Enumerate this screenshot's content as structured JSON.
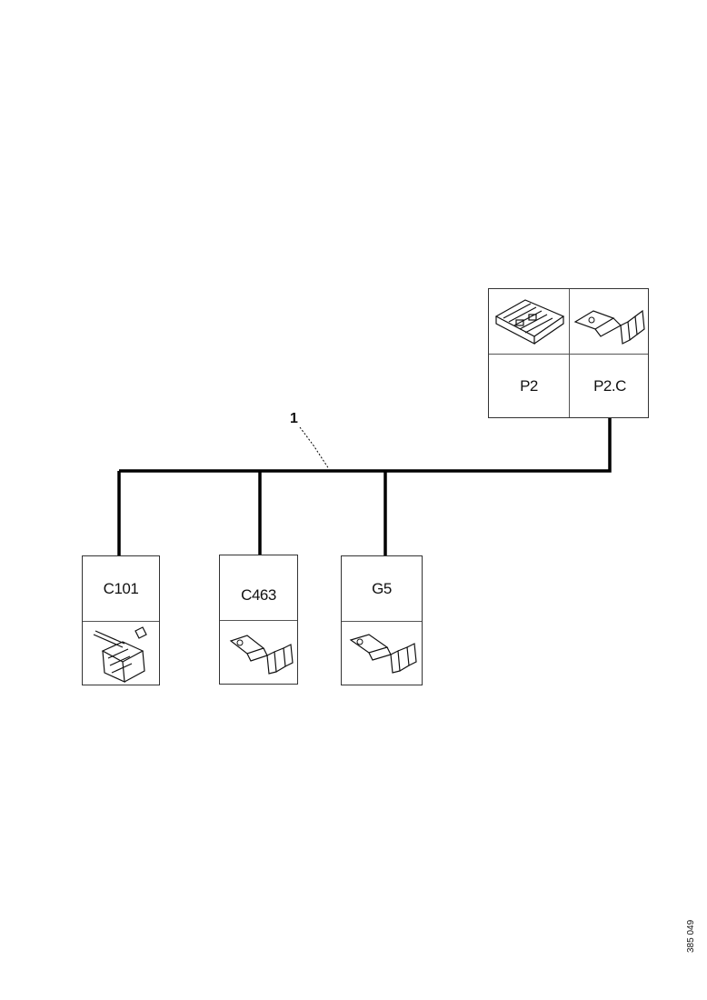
{
  "callout": "1",
  "reference_code": "385 049",
  "connectors": {
    "p2": {
      "label": "P2",
      "icon": "multi-pin-connector-icon"
    },
    "p2c": {
      "label": "P2.C",
      "icon": "terminal-icon"
    },
    "c101": {
      "label": "C101",
      "icon": "multi-pin-connector-icon"
    },
    "c463": {
      "label": "C463",
      "icon": "terminal-icon"
    },
    "g5": {
      "label": "G5",
      "icon": "terminal-icon"
    }
  }
}
